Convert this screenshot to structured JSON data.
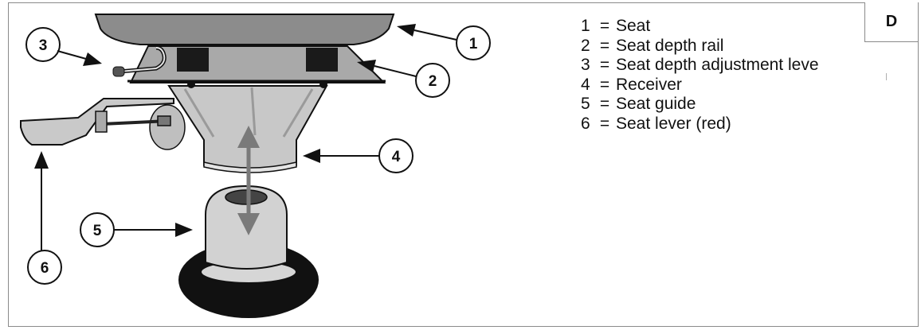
{
  "corner_tag": "D",
  "callouts": [
    "1",
    "2",
    "3",
    "4",
    "5",
    "6"
  ],
  "legend": [
    {
      "num": "1",
      "eq": "=",
      "text": "Seat"
    },
    {
      "num": "2",
      "eq": "=",
      "text": "Seat depth rail"
    },
    {
      "num": "3",
      "eq": "=",
      "text": "Seat depth adjustment leve"
    },
    {
      "num": "4",
      "eq": "=",
      "text": "Receiver"
    },
    {
      "num": "5",
      "eq": "=",
      "text": "Seat guide"
    },
    {
      "num": "6",
      "eq": "=",
      "text": "Seat lever (red)"
    }
  ],
  "colors": {
    "seat": "#8c8c8c",
    "rail_plate": "#a9a9a9",
    "receiver": "#c8c8c8",
    "guide_base": "#111111",
    "lever": "#c9c9c9",
    "arrow": "#111111",
    "up_down_arrow": "#7a7a7a"
  }
}
